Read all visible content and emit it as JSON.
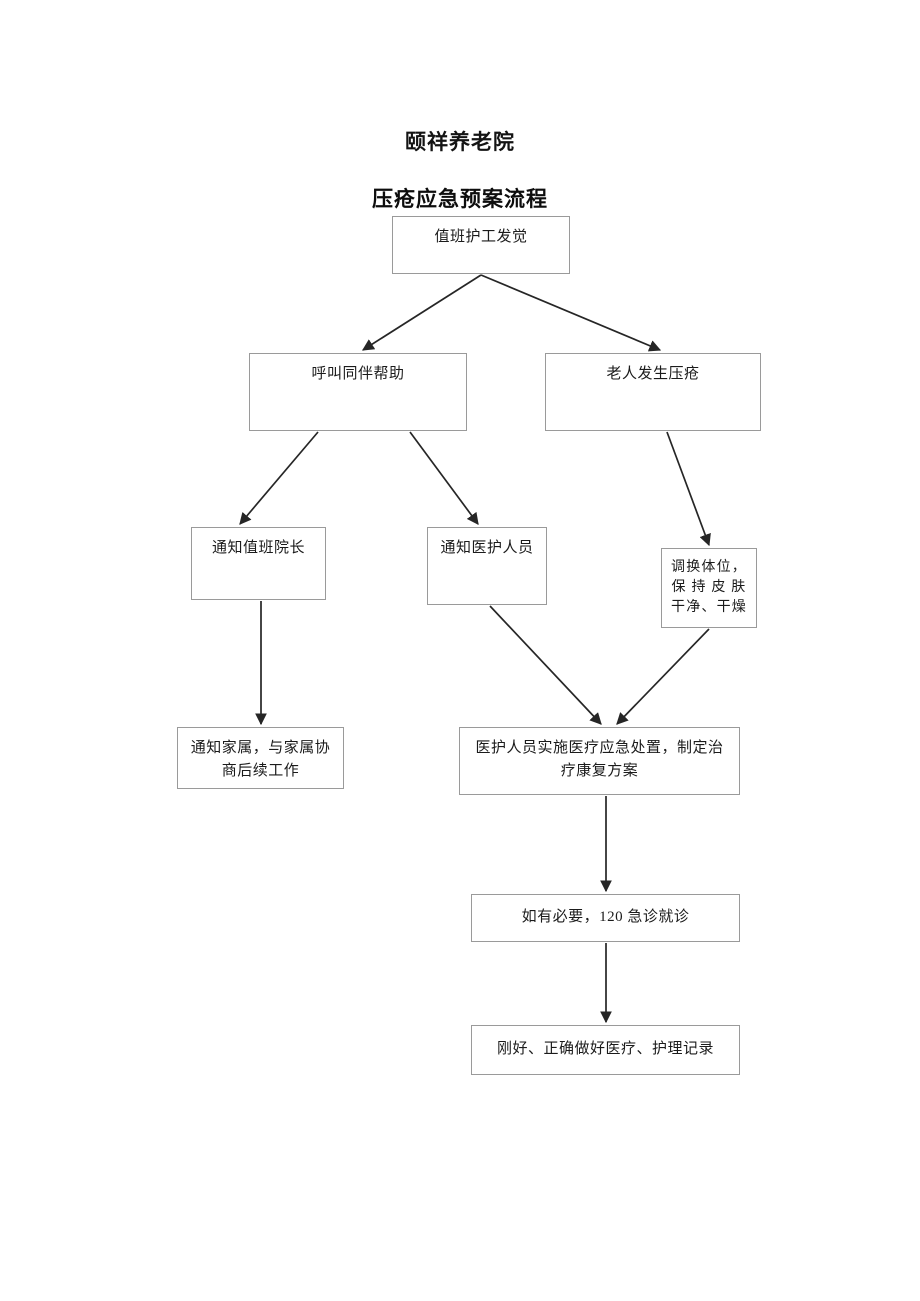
{
  "document": {
    "title": "颐祥养老院",
    "subtitle": "压疮应急预案流程"
  },
  "flowchart": {
    "type": "flowchart",
    "orientation": "top-down",
    "nodes": [
      {
        "id": "discover",
        "label": "值班护工发觉"
      },
      {
        "id": "callhelp",
        "label": "呼叫同伴帮助"
      },
      {
        "id": "pressure",
        "label": "老人发生压疮"
      },
      {
        "id": "notifydir",
        "label": "通知值班院长"
      },
      {
        "id": "notifymed",
        "label": "通知医护人员"
      },
      {
        "id": "reposition",
        "label": "调换体位，\n保 持 皮 肤\n干净、干燥"
      },
      {
        "id": "family",
        "label": "通知家属，与家属协\n商后续工作"
      },
      {
        "id": "treatment",
        "label": "医护人员实施医疗应急处置，制定治\n疗康复方案"
      },
      {
        "id": "emergency",
        "label": "如有必要，120 急诊就诊"
      },
      {
        "id": "record",
        "label": "刚好、正确做好医疗、护理记录"
      }
    ],
    "edges": [
      {
        "from": "discover",
        "to": "callhelp"
      },
      {
        "from": "discover",
        "to": "pressure"
      },
      {
        "from": "callhelp",
        "to": "notifydir"
      },
      {
        "from": "callhelp",
        "to": "notifymed"
      },
      {
        "from": "pressure",
        "to": "reposition"
      },
      {
        "from": "notifydir",
        "to": "family"
      },
      {
        "from": "notifymed",
        "to": "treatment"
      },
      {
        "from": "reposition",
        "to": "treatment"
      },
      {
        "from": "treatment",
        "to": "emergency"
      },
      {
        "from": "emergency",
        "to": "record"
      }
    ],
    "style": {
      "box_border_color": "#9a9a9a",
      "box_fill_color": "#ffffff",
      "arrow_color": "#262626",
      "page_background": "#ffffff"
    }
  }
}
